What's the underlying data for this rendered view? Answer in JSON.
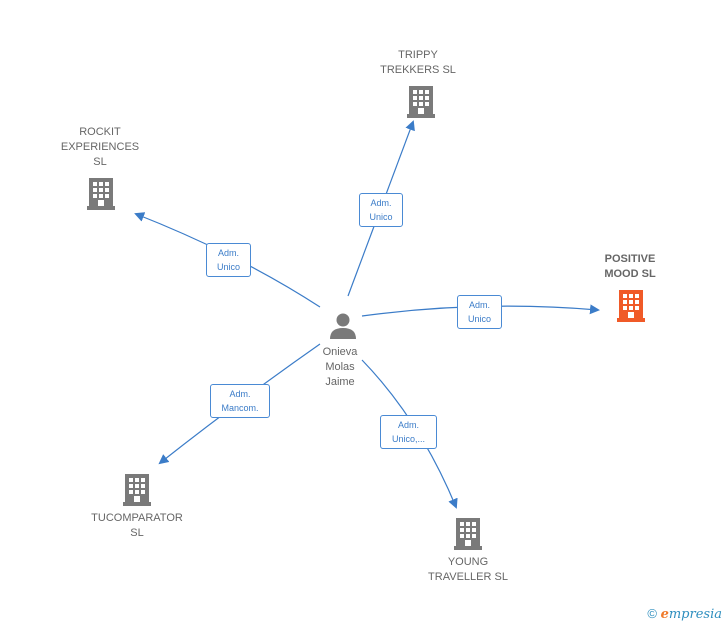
{
  "person": {
    "name_lines": [
      "Onieva",
      "Molas",
      "Jaime"
    ]
  },
  "companies": [
    {
      "id": "trippy",
      "lines": [
        "TRIPPY",
        "TREKKERS  SL"
      ],
      "highlight": false
    },
    {
      "id": "rockit",
      "lines": [
        "ROCKIT",
        "EXPERIENCES",
        "SL"
      ],
      "highlight": false
    },
    {
      "id": "positive",
      "lines": [
        "POSITIVE",
        "MOOD  SL"
      ],
      "highlight": true
    },
    {
      "id": "tucomparator",
      "lines": [
        "TUCOMPARATOR",
        "SL"
      ],
      "highlight": false
    },
    {
      "id": "young",
      "lines": [
        "YOUNG",
        "TRAVELLER  SL"
      ],
      "highlight": false
    }
  ],
  "edges": [
    {
      "to": "trippy",
      "label_lines": [
        "Adm.",
        "Unico"
      ]
    },
    {
      "to": "rockit",
      "label_lines": [
        "Adm.",
        "Unico"
      ]
    },
    {
      "to": "positive",
      "label_lines": [
        "Adm.",
        "Unico"
      ]
    },
    {
      "to": "tucomparator",
      "label_lines": [
        "Adm.",
        "Mancom."
      ]
    },
    {
      "to": "young",
      "label_lines": [
        "Adm.",
        "Unico,..."
      ]
    }
  ],
  "colors": {
    "edge": "#3b7cc8",
    "building": "#7a7a7a",
    "building_highlight": "#f05a28",
    "person": "#7a7a7a"
  },
  "footer": {
    "copyright": "©",
    "brand_initial": "e",
    "brand_rest": "mpresia"
  }
}
